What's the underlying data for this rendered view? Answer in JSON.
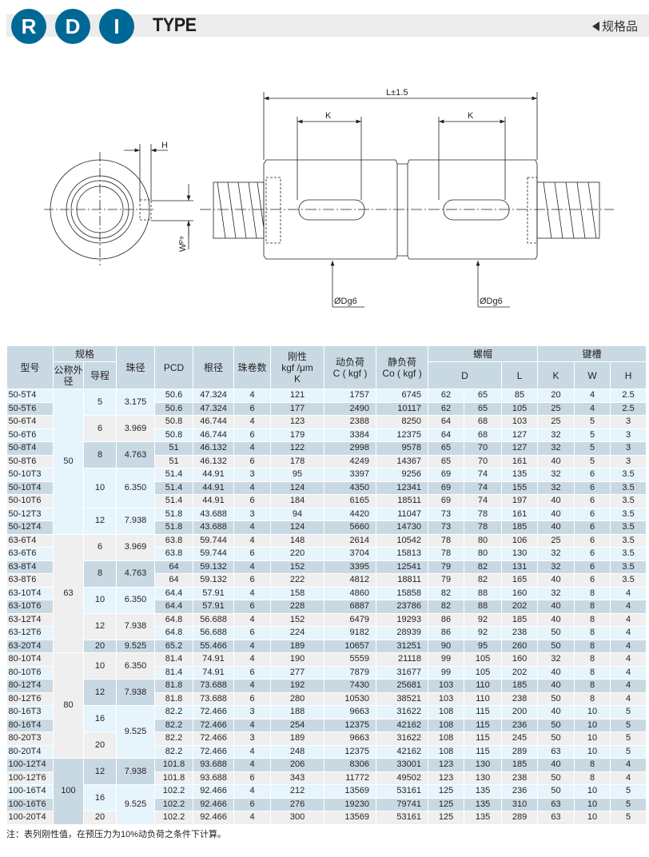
{
  "header": {
    "badges": [
      "R",
      "D",
      "I"
    ],
    "type_label": "TYPE",
    "spec_label": "规格品"
  },
  "drawing": {
    "length_label": "L±1.5",
    "k_label": "K",
    "h_label": "H",
    "w_label": "Wᴾ⁹",
    "dg_label": "ØDg6"
  },
  "table": {
    "headers": {
      "model": "型号",
      "spec": "规格",
      "nominal": "公称外径",
      "lead": "导程",
      "ball": "珠径",
      "pcd": "PCD",
      "root": "根径",
      "turns": "珠卷数",
      "stiff_1": "刚性",
      "stiff_2": "kgf /μm",
      "stiff_3": "K",
      "dyn_1": "动负荷",
      "dyn_2": "C ( kgf )",
      "stat_1": "静负荷",
      "stat_2": "Co ( kgf )",
      "nut": "螺帽",
      "D": "D",
      "L": "L",
      "key": "键槽",
      "K": "K",
      "W": "W",
      "H": "H"
    },
    "nominal_groups": [
      {
        "value": "50",
        "rows": 11
      },
      {
        "value": "63",
        "rows": 9
      },
      {
        "value": "80",
        "rows": 8
      },
      {
        "value": "100",
        "rows": 5
      }
    ],
    "lead_groups": [
      {
        "value": "5",
        "rows": 2
      },
      {
        "value": "6",
        "rows": 2
      },
      {
        "value": "8",
        "rows": 2
      },
      {
        "value": "10",
        "rows": 3
      },
      {
        "value": "12",
        "rows": 2
      },
      {
        "value": "6",
        "rows": 2
      },
      {
        "value": "8",
        "rows": 2
      },
      {
        "value": "10",
        "rows": 2
      },
      {
        "value": "12",
        "rows": 2
      },
      {
        "value": "20",
        "rows": 1
      },
      {
        "value": "10",
        "rows": 2
      },
      {
        "value": "12",
        "rows": 2
      },
      {
        "value": "16",
        "rows": 2
      },
      {
        "value": "20",
        "rows": 2
      },
      {
        "value": "12",
        "rows": 2
      },
      {
        "value": "16",
        "rows": 2
      },
      {
        "value": "20",
        "rows": 1
      }
    ],
    "ball_groups": [
      {
        "value": "3.175",
        "rows": 2
      },
      {
        "value": "3.969",
        "rows": 2
      },
      {
        "value": "4.763",
        "rows": 2
      },
      {
        "value": "6.350",
        "rows": 3
      },
      {
        "value": "7.938",
        "rows": 2
      },
      {
        "value": "3.969",
        "rows": 2
      },
      {
        "value": "4.763",
        "rows": 2
      },
      {
        "value": "6.350",
        "rows": 2
      },
      {
        "value": "7.938",
        "rows": 2
      },
      {
        "value": "9.525",
        "rows": 1
      },
      {
        "value": "6.350",
        "rows": 2
      },
      {
        "value": "7.938",
        "rows": 2
      },
      {
        "value": "9.525",
        "rows": 4
      },
      {
        "value": "7.938",
        "rows": 2
      },
      {
        "value": "9.525",
        "rows": 3
      }
    ],
    "rows": [
      [
        "50-5T4",
        "50.6",
        "47.324",
        "4",
        "121",
        "1757",
        "6745",
        "62",
        "65",
        "85",
        "20",
        "4",
        "2.5"
      ],
      [
        "50-5T6",
        "50.6",
        "47.324",
        "6",
        "177",
        "2490",
        "10117",
        "62",
        "65",
        "105",
        "25",
        "4",
        "2.5"
      ],
      [
        "50-6T4",
        "50.8",
        "46.744",
        "4",
        "123",
        "2388",
        "8250",
        "64",
        "68",
        "103",
        "25",
        "5",
        "3"
      ],
      [
        "50-6T6",
        "50.8",
        "46.744",
        "6",
        "179",
        "3384",
        "12375",
        "64",
        "68",
        "127",
        "32",
        "5",
        "3"
      ],
      [
        "50-8T4",
        "51",
        "46.132",
        "4",
        "122",
        "2998",
        "9578",
        "65",
        "70",
        "127",
        "32",
        "5",
        "3"
      ],
      [
        "50-8T6",
        "51",
        "46.132",
        "6",
        "178",
        "4249",
        "14367",
        "65",
        "70",
        "161",
        "40",
        "5",
        "3"
      ],
      [
        "50-10T3",
        "51.4",
        "44.91",
        "3",
        "95",
        "3397",
        "9256",
        "69",
        "74",
        "135",
        "32",
        "6",
        "3.5"
      ],
      [
        "50-10T4",
        "51.4",
        "44.91",
        "4",
        "124",
        "4350",
        "12341",
        "69",
        "74",
        "155",
        "32",
        "6",
        "3.5"
      ],
      [
        "50-10T6",
        "51.4",
        "44.91",
        "6",
        "184",
        "6165",
        "18511",
        "69",
        "74",
        "197",
        "40",
        "6",
        "3.5"
      ],
      [
        "50-12T3",
        "51.8",
        "43.688",
        "3",
        "94",
        "4420",
        "11047",
        "73",
        "78",
        "161",
        "40",
        "6",
        "3.5"
      ],
      [
        "50-12T4",
        "51.8",
        "43.688",
        "4",
        "124",
        "5660",
        "14730",
        "73",
        "78",
        "185",
        "40",
        "6",
        "3.5"
      ],
      [
        "63-6T4",
        "63.8",
        "59.744",
        "4",
        "148",
        "2614",
        "10542",
        "78",
        "80",
        "106",
        "25",
        "6",
        "3.5"
      ],
      [
        "63-6T6",
        "63.8",
        "59.744",
        "6",
        "220",
        "3704",
        "15813",
        "78",
        "80",
        "130",
        "32",
        "6",
        "3.5"
      ],
      [
        "63-8T4",
        "64",
        "59.132",
        "4",
        "152",
        "3395",
        "12541",
        "79",
        "82",
        "131",
        "32",
        "6",
        "3.5"
      ],
      [
        "63-8T6",
        "64",
        "59.132",
        "6",
        "222",
        "4812",
        "18811",
        "79",
        "82",
        "165",
        "40",
        "6",
        "3.5"
      ],
      [
        "63-10T4",
        "64.4",
        "57.91",
        "4",
        "158",
        "4860",
        "15858",
        "82",
        "88",
        "160",
        "32",
        "8",
        "4"
      ],
      [
        "63-10T6",
        "64.4",
        "57.91",
        "6",
        "228",
        "6887",
        "23786",
        "82",
        "88",
        "202",
        "40",
        "8",
        "4"
      ],
      [
        "63-12T4",
        "64.8",
        "56.688",
        "4",
        "152",
        "6479",
        "19293",
        "86",
        "92",
        "185",
        "40",
        "8",
        "4"
      ],
      [
        "63-12T6",
        "64.8",
        "56.688",
        "6",
        "224",
        "9182",
        "28939",
        "86",
        "92",
        "238",
        "50",
        "8",
        "4"
      ],
      [
        "63-20T4",
        "65.2",
        "55.466",
        "4",
        "189",
        "10657",
        "31251",
        "90",
        "95",
        "260",
        "50",
        "8",
        "4"
      ],
      [
        "80-10T4",
        "81.4",
        "74.91",
        "4",
        "190",
        "5559",
        "21118",
        "99",
        "105",
        "160",
        "32",
        "8",
        "4"
      ],
      [
        "80-10T6",
        "81.4",
        "74.91",
        "6",
        "277",
        "7879",
        "31677",
        "99",
        "105",
        "202",
        "40",
        "8",
        "4"
      ],
      [
        "80-12T4",
        "81.8",
        "73.688",
        "4",
        "192",
        "7430",
        "25681",
        "103",
        "110",
        "185",
        "40",
        "8",
        "4"
      ],
      [
        "80-12T6",
        "81.8",
        "73.688",
        "6",
        "280",
        "10530",
        "38521",
        "103",
        "110",
        "238",
        "50",
        "8",
        "4"
      ],
      [
        "80-16T3",
        "82.2",
        "72.466",
        "3",
        "188",
        "9663",
        "31622",
        "108",
        "115",
        "200",
        "40",
        "10",
        "5"
      ],
      [
        "80-16T4",
        "82.2",
        "72.466",
        "4",
        "254",
        "12375",
        "42162",
        "108",
        "115",
        "236",
        "50",
        "10",
        "5"
      ],
      [
        "80-20T3",
        "82.2",
        "72.466",
        "3",
        "189",
        "9663",
        "31622",
        "108",
        "115",
        "245",
        "50",
        "10",
        "5"
      ],
      [
        "80-20T4",
        "82.2",
        "72.466",
        "4",
        "248",
        "12375",
        "42162",
        "108",
        "115",
        "289",
        "63",
        "10",
        "5"
      ],
      [
        "100-12T4",
        "101.8",
        "93.688",
        "4",
        "206",
        "8306",
        "33001",
        "123",
        "130",
        "185",
        "40",
        "8",
        "4"
      ],
      [
        "100-12T6",
        "101.8",
        "93.688",
        "6",
        "343",
        "11772",
        "49502",
        "123",
        "130",
        "238",
        "50",
        "8",
        "4"
      ],
      [
        "100-16T4",
        "102.2",
        "92.466",
        "4",
        "212",
        "13569",
        "53161",
        "125",
        "135",
        "236",
        "50",
        "10",
        "5"
      ],
      [
        "100-16T6",
        "102.2",
        "92.466",
        "6",
        "276",
        "19230",
        "79741",
        "125",
        "135",
        "310",
        "63",
        "10",
        "5"
      ],
      [
        "100-20T4",
        "102.2",
        "92.466",
        "4",
        "300",
        "13569",
        "53161",
        "125",
        "135",
        "289",
        "63",
        "10",
        "5"
      ]
    ]
  },
  "note": "注：表列刚性值，在预压力为10%动负荷之条件下计算。",
  "colors": {
    "brand": "#006896",
    "header_bg": "#c9d9e3",
    "row_light_blue": "#e6f4fc",
    "row_gray": "#efefef"
  }
}
